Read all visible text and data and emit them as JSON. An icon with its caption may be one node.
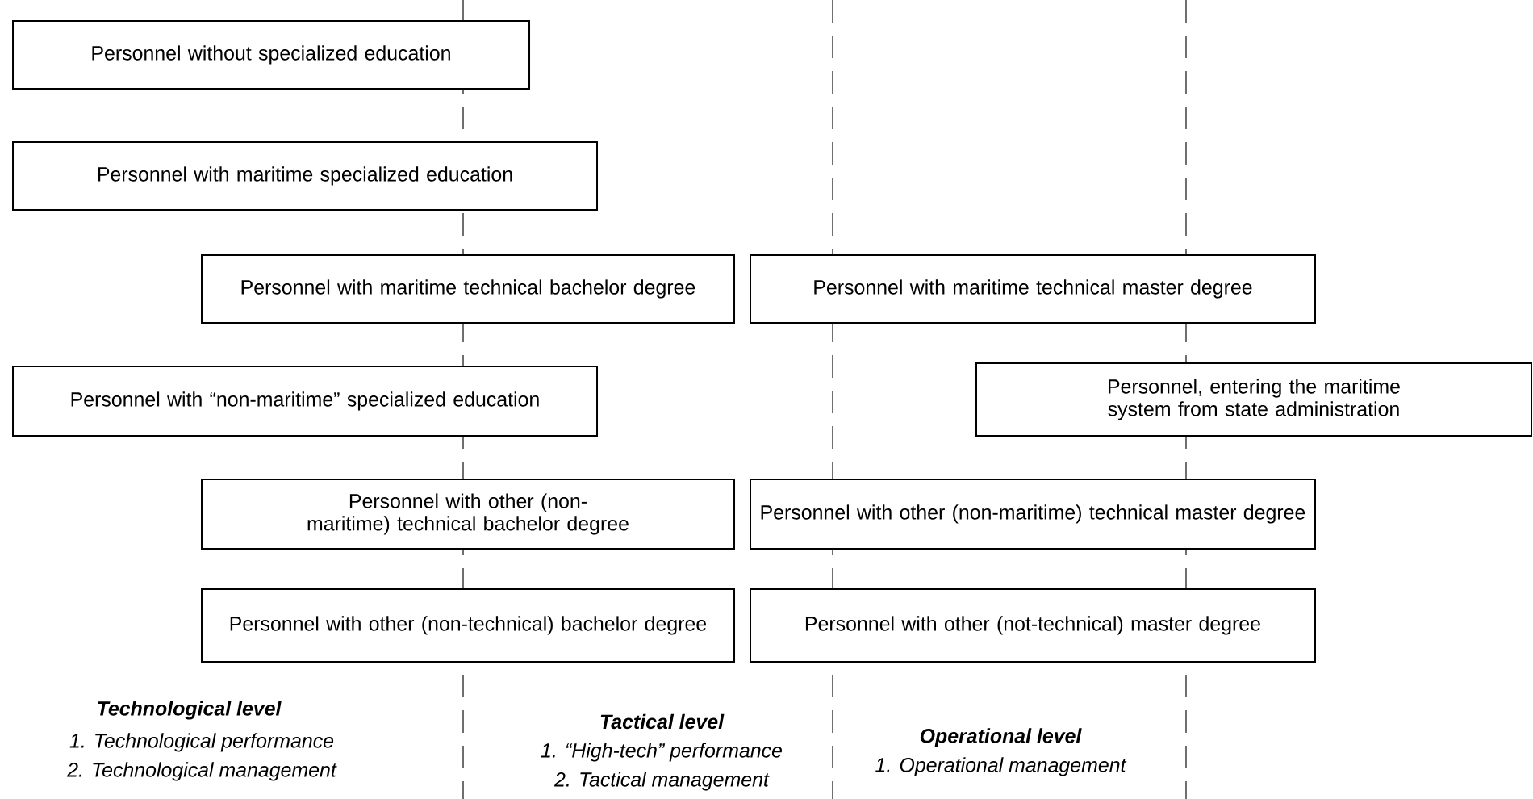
{
  "diagram": {
    "nodes": [
      {
        "text": [
          "Personnel without specialized education"
        ]
      },
      {
        "text": [
          "Personnel with maritime specialized education"
        ]
      },
      {
        "text": [
          "Personnel with maritime technical bachelor degree"
        ]
      },
      {
        "text": [
          "Personnel with maritime technical master degree"
        ]
      },
      {
        "text": [
          "Personnel with “non-maritime” specialized education"
        ]
      },
      {
        "text": [
          "Personnel, entering the maritime system from state administration"
        ]
      },
      {
        "text": [
          "Personnel with other (non-maritime) technical bachelor degree"
        ]
      },
      {
        "text": [
          "Personnel with other (non-maritime) technical master degree"
        ]
      },
      {
        "text": [
          "Personnel with other (non-technical) bachelor degree"
        ]
      },
      {
        "text": [
          "Personnel with other (not-technical) master degree"
        ]
      }
    ],
    "edges": [],
    "labels": [
      "Technological level",
      "1. Technological performance",
      "2. Technological management",
      "Tactical level",
      "1. “High-tech” performance",
      "2. Tactical management",
      "Operational level",
      "1. Operational management"
    ]
  }
}
